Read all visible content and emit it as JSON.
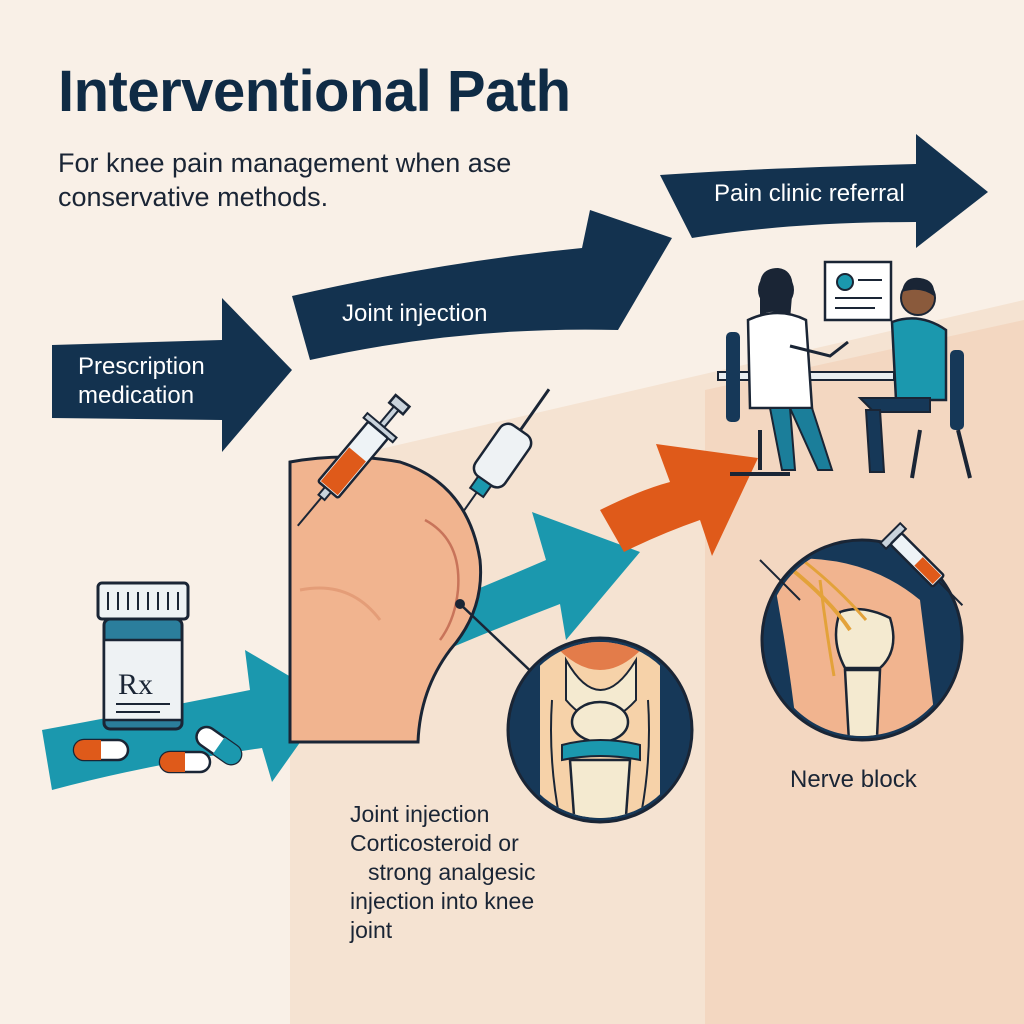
{
  "header": {
    "title": "Interventional Path",
    "subtitle": "For knee pain management when ase conservative methods."
  },
  "steps": [
    {
      "label": "Prescription medication"
    },
    {
      "label": "Joint injection"
    },
    {
      "label": "Pain clinic referral"
    }
  ],
  "details": {
    "joint_injection": {
      "title": "Joint injection",
      "lines": [
        "Corticosteroid or",
        "strong analgesic",
        "injection into knee",
        "joint"
      ]
    },
    "nerve_block": "Nerve block"
  },
  "icons": {
    "pill_bottle": "rx-bottle-icon",
    "bottle_text": "Rx",
    "syringe": "syringe-icon",
    "consultation": "doctor-patient-icon"
  },
  "colors": {
    "navy": "#13324f",
    "teal": "#1996ad",
    "orange": "#df5a1a",
    "skin": "#f1b48f",
    "background": "#f8efe6"
  }
}
